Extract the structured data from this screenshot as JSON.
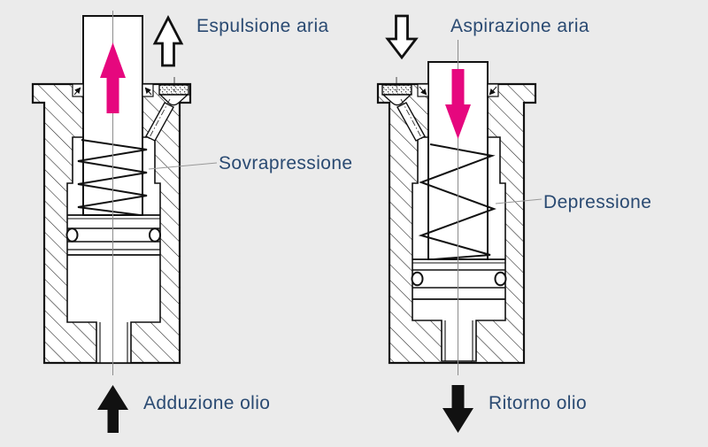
{
  "colors": {
    "background": "#ebebeb",
    "line": "#111111",
    "accent_pink": "#e6077e",
    "label_blue": "#2a4a72",
    "centerline_gray": "#8c8c8c",
    "leader_gray": "#999999"
  },
  "left_panel": {
    "air_flow_label": "Espulsione aria",
    "valve_state_label": "Sovrapressione",
    "oil_flow_label": "Adduzione olio"
  },
  "right_panel": {
    "air_flow_label": "Aspirazione aria",
    "valve_state_label": "Depressione",
    "oil_flow_label": "Ritorno olio"
  },
  "icons": {
    "left_air_arrow": "hollow-up-arrow-icon",
    "left_piston_arrow": "pink-up-arrow-icon",
    "left_oil_arrow": "solid-up-arrow-icon",
    "right_air_arrow": "hollow-down-arrow-icon",
    "right_piston_arrow": "pink-down-arrow-icon",
    "right_oil_arrow": "solid-down-arrow-icon"
  }
}
